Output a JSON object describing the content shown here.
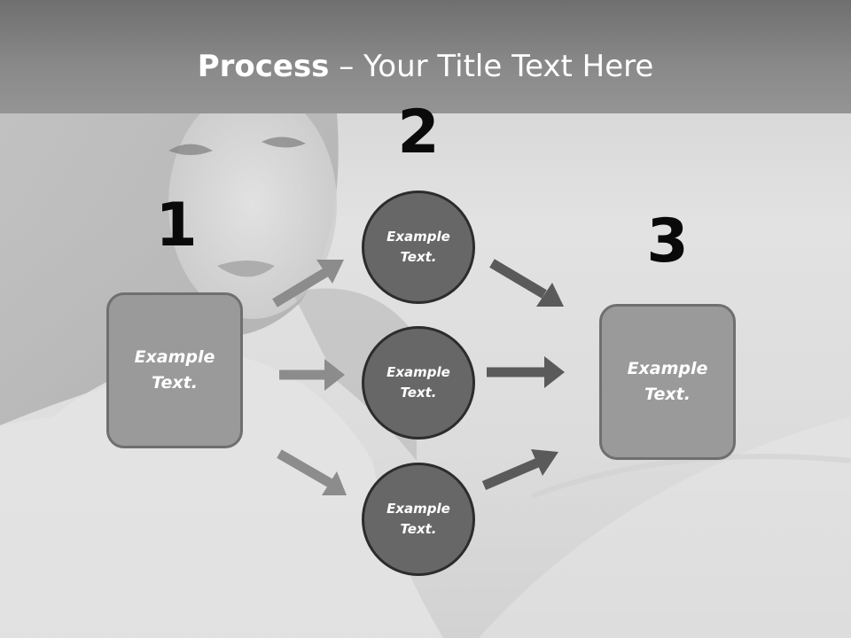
{
  "slide": {
    "title_bold": "Process",
    "title_rest": " – Your Title Text Here"
  },
  "steps": {
    "step1": {
      "number": "1",
      "text": "Example Text."
    },
    "step2": {
      "number": "2",
      "circles": [
        {
          "text": "Example Text."
        },
        {
          "text": "Example Text."
        },
        {
          "text": "Example Text."
        }
      ]
    },
    "step3": {
      "number": "3",
      "text": "Example Text."
    }
  },
  "colors": {
    "title_bar": "#808080",
    "box_fill": "#9a9a9a",
    "circle_fill": "#676767",
    "arrow_light": "#8c8c8c",
    "arrow_dark": "#5a5a5a",
    "number_text": "#0a0a0a"
  }
}
